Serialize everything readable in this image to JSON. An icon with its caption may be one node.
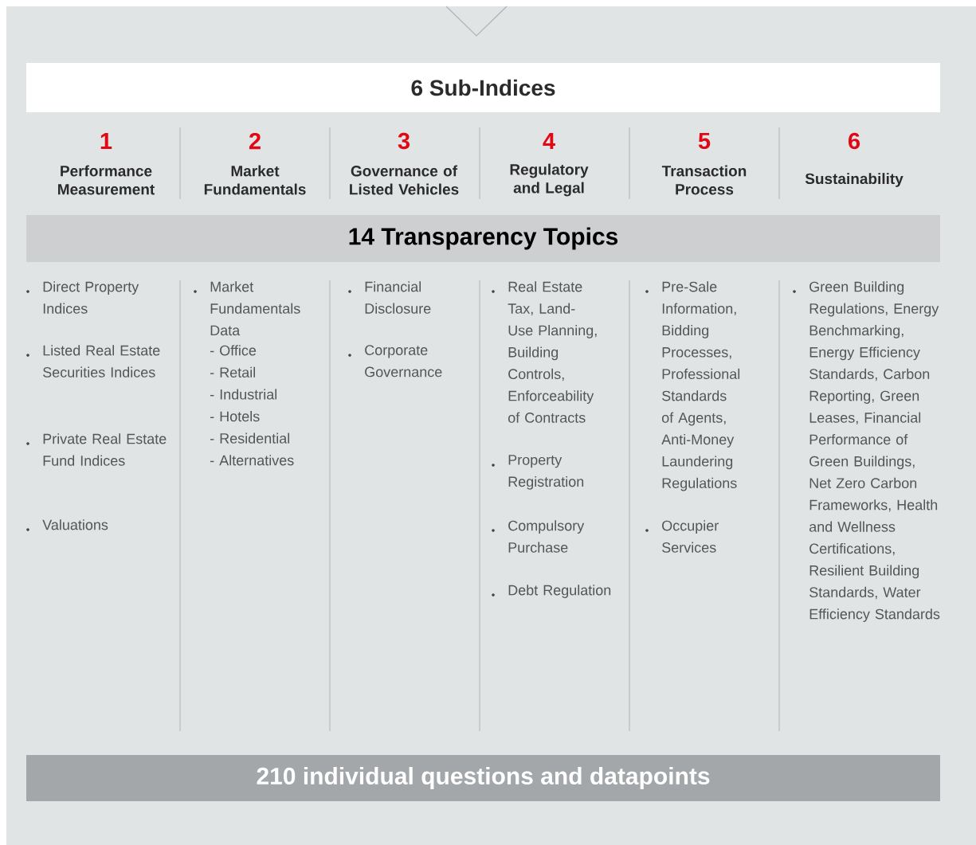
{
  "diagram": {
    "nodes": [
      {
        "text": [
          "6 Sub-Indices"
        ]
      },
      {
        "text": [
          "14 Transparency Topics"
        ]
      },
      {
        "text": [
          "210 individual questions and datapoints"
        ]
      }
    ],
    "labels": [
      "1",
      "Performance Measurement",
      "2",
      "Market Fundamentals",
      "3",
      "Governance of Listed Vehicles",
      "4",
      "Regulatory and Legal",
      "5",
      "Transaction Process",
      "6",
      "Sustainability",
      "Direct Property Indices",
      "Listed Real Estate Securities Indices",
      "Private Real Estate Fund Indices",
      "Valuations",
      "Market Fundamentals Data",
      "- Office",
      "- Retail",
      "- Industrial",
      "- Hotels",
      "- Residential",
      "- Alternatives",
      "Financial Disclosure",
      "Corporate Governance",
      "Real Estate Tax, Land-Use Planning, Building Controls, Enforceability of Contracts",
      "Property Registration",
      "Compulsory Purchase",
      "Debt Regulation",
      "Pre-Sale Information, Bidding Processes, Professional Standards of Agents, Anti-Money Laundering Regulations",
      "Occupier Services",
      "Green Building Regulations, Energy Benchmarking, Energy Efficiency Standards, Carbon Reporting, Green Leases, Financial Performance of Green Buildings, Net Zero Carbon Frameworks, Health and Wellness Certifications, Resilient Building Standards, Water Efficiency Standards"
    ]
  }
}
